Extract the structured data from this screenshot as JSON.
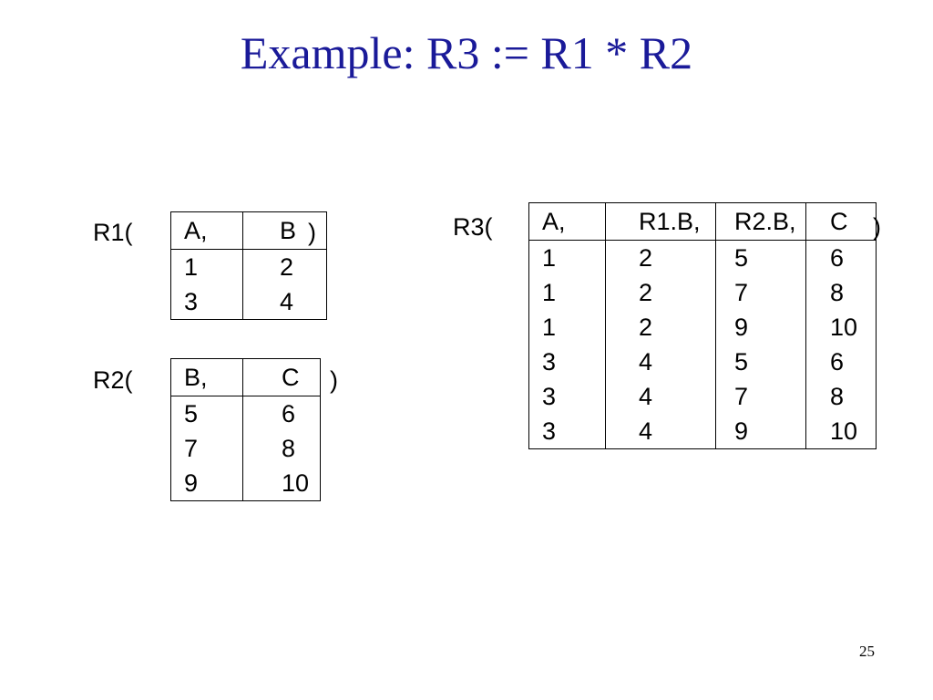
{
  "title": "Example: R3 := R1 * R2",
  "r1": {
    "label": "R1(",
    "close": ")",
    "headers": [
      "A,",
      "B"
    ],
    "rows": [
      [
        "1",
        "2"
      ],
      [
        "3",
        "4"
      ]
    ]
  },
  "r2": {
    "label": "R2(",
    "close": ")",
    "headers": [
      "B,",
      "C"
    ],
    "rows": [
      [
        "5",
        "6"
      ],
      [
        "7",
        "8"
      ],
      [
        "9",
        "10"
      ]
    ]
  },
  "r3": {
    "label": "R3(",
    "close": ")",
    "headers": [
      "A,",
      "R1.B,",
      "R2.B,",
      "C"
    ],
    "rows": [
      [
        "1",
        "2",
        "5",
        "6"
      ],
      [
        "1",
        "2",
        "7",
        "8"
      ],
      [
        "1",
        "2",
        "9",
        "10"
      ],
      [
        "3",
        "4",
        "5",
        "6"
      ],
      [
        "3",
        "4",
        "7",
        "8"
      ],
      [
        "3",
        "4",
        "9",
        "10"
      ]
    ]
  },
  "page_number": "25"
}
